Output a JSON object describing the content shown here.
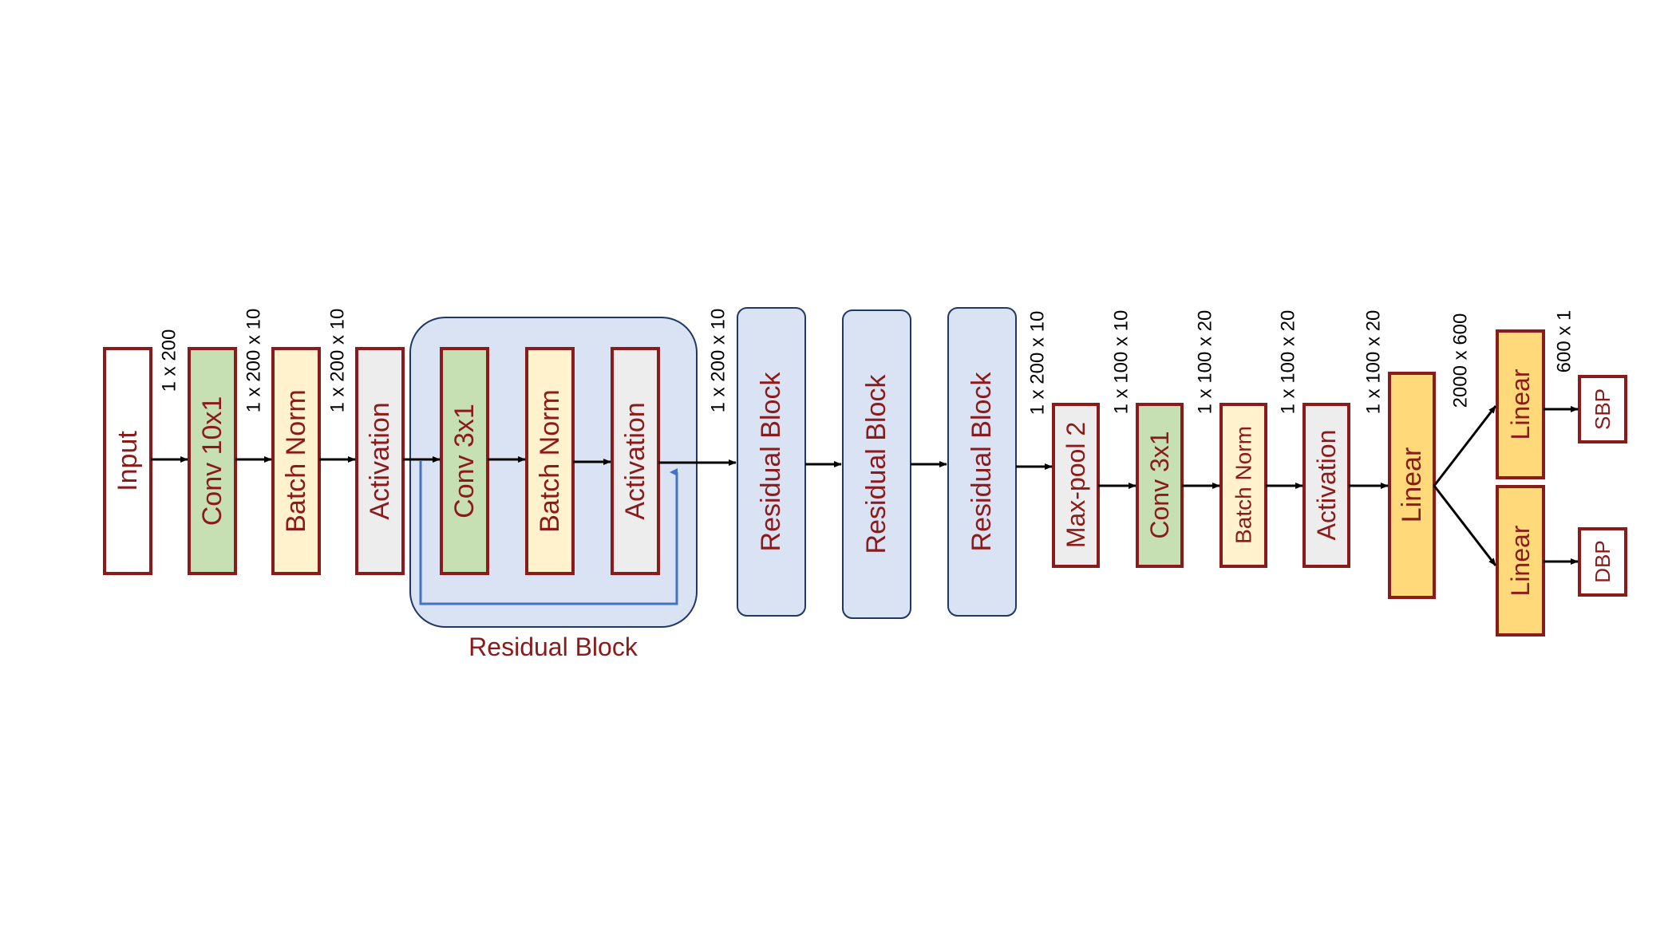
{
  "colors": {
    "border": "#8b1a1a",
    "text": "#8b1a1a",
    "input_fill": "#ffffff",
    "conv_fill": "#c6e0b4",
    "norm_fill": "#fff2cc",
    "activation_fill": "#ededed",
    "linear_fill": "#ffd97a",
    "residual_fill": "#dae3f3",
    "residual_border": "#1f3864",
    "skip_line": "#4472c4",
    "arrow": "#000000"
  },
  "blocks": {
    "input": "Input",
    "conv1": "Conv 10x1",
    "bn1": "Batch Norm",
    "act1": "Activation",
    "res_conv": "Conv 3x1",
    "res_bn": "Batch Norm",
    "res_act": "Activation",
    "res2": "Residual Block",
    "res3": "Residual Block",
    "res4": "Residual Block",
    "maxpool": "Max-pool 2",
    "conv2": "Conv 3x1",
    "bn2": "Batch Norm",
    "act2": "Activation",
    "linear": "Linear",
    "linear_sbp": "Linear",
    "linear_dbp": "Linear",
    "sbp": "SBP",
    "dbp": "DBP"
  },
  "dims": {
    "d1": "1 x 200",
    "d2": "1 x 200 x 10",
    "d3": "1 x 200 x 10",
    "d4": "1 x 200 x 10",
    "d5": "1 x 200  x 10",
    "d6": "1 x 100 x 10",
    "d7": "1 x 100 x 20",
    "d8": "1 x 100 x 20",
    "d9": "1 x 100 x 20",
    "d10": "2000 x 600",
    "d11": "600 x 1"
  },
  "residual_caption": "Residual Block"
}
